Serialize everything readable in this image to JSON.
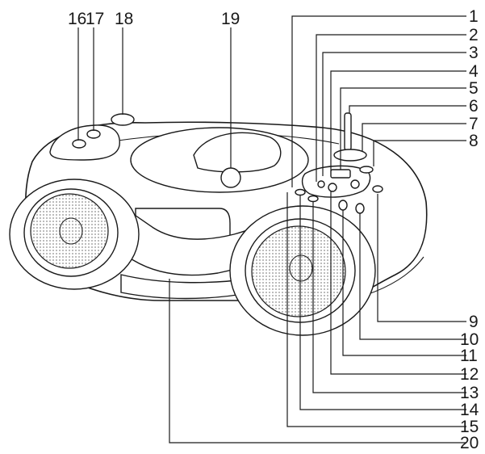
{
  "callouts": [
    {
      "id": "1",
      "text": "1"
    },
    {
      "id": "2",
      "text": "2"
    },
    {
      "id": "3",
      "text": "3"
    },
    {
      "id": "4",
      "text": "4"
    },
    {
      "id": "5",
      "text": "5"
    },
    {
      "id": "6",
      "text": "6"
    },
    {
      "id": "7",
      "text": "7"
    },
    {
      "id": "8",
      "text": "8"
    },
    {
      "id": "9",
      "text": "9"
    },
    {
      "id": "10",
      "text": "10"
    },
    {
      "id": "11",
      "text": "11"
    },
    {
      "id": "12",
      "text": "12"
    },
    {
      "id": "13",
      "text": "13"
    },
    {
      "id": "14",
      "text": "14"
    },
    {
      "id": "15",
      "text": "15"
    },
    {
      "id": "16",
      "text": "16"
    },
    {
      "id": "17",
      "text": "17"
    },
    {
      "id": "18",
      "text": "18"
    },
    {
      "id": "19",
      "text": "19"
    },
    {
      "id": "20",
      "text": "20"
    }
  ],
  "colors": {
    "ink": "#1a1a1a",
    "paper": "#ffffff",
    "grille": "#9a9a9a"
  }
}
